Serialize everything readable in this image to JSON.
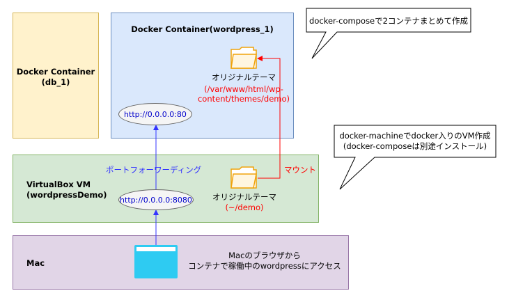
{
  "db_container": {
    "title": "Docker Container\n(db_1)"
  },
  "wp_container": {
    "title": "Docker Container(wordpress_1)",
    "folder_label": "オリジナルテーマ",
    "folder_path": "(/var/www/html/wp-content/themes/demo)",
    "endpoint": "http://0.0.0.0:80"
  },
  "vm": {
    "title": "VirtualBox VM\n(wordpressDemo)",
    "endpoint": "http://0.0.0.0:8080",
    "port_forwarding_label": "ポートフォーワーディング",
    "folder_label": "オリジナルテーマ",
    "folder_path": "(~/demo)",
    "mount_label": "マウント"
  },
  "mac": {
    "title": "Mac",
    "description_line1": "Macのブラウザから",
    "description_line2": "コンテナで稼働中のwordpressにアクセス"
  },
  "callouts": {
    "compose": "docker-composeで2コンテナまとめて作成",
    "machine_line1": "docker-machineでdocker入りのVM作成",
    "machine_line2": "(docker-composeは別途インストール)"
  },
  "colors": {
    "folder": "#f0a30a",
    "browser": "#2ecbf2",
    "mount_arrow": "#ff0000",
    "http_arrow": "#3333ff"
  }
}
